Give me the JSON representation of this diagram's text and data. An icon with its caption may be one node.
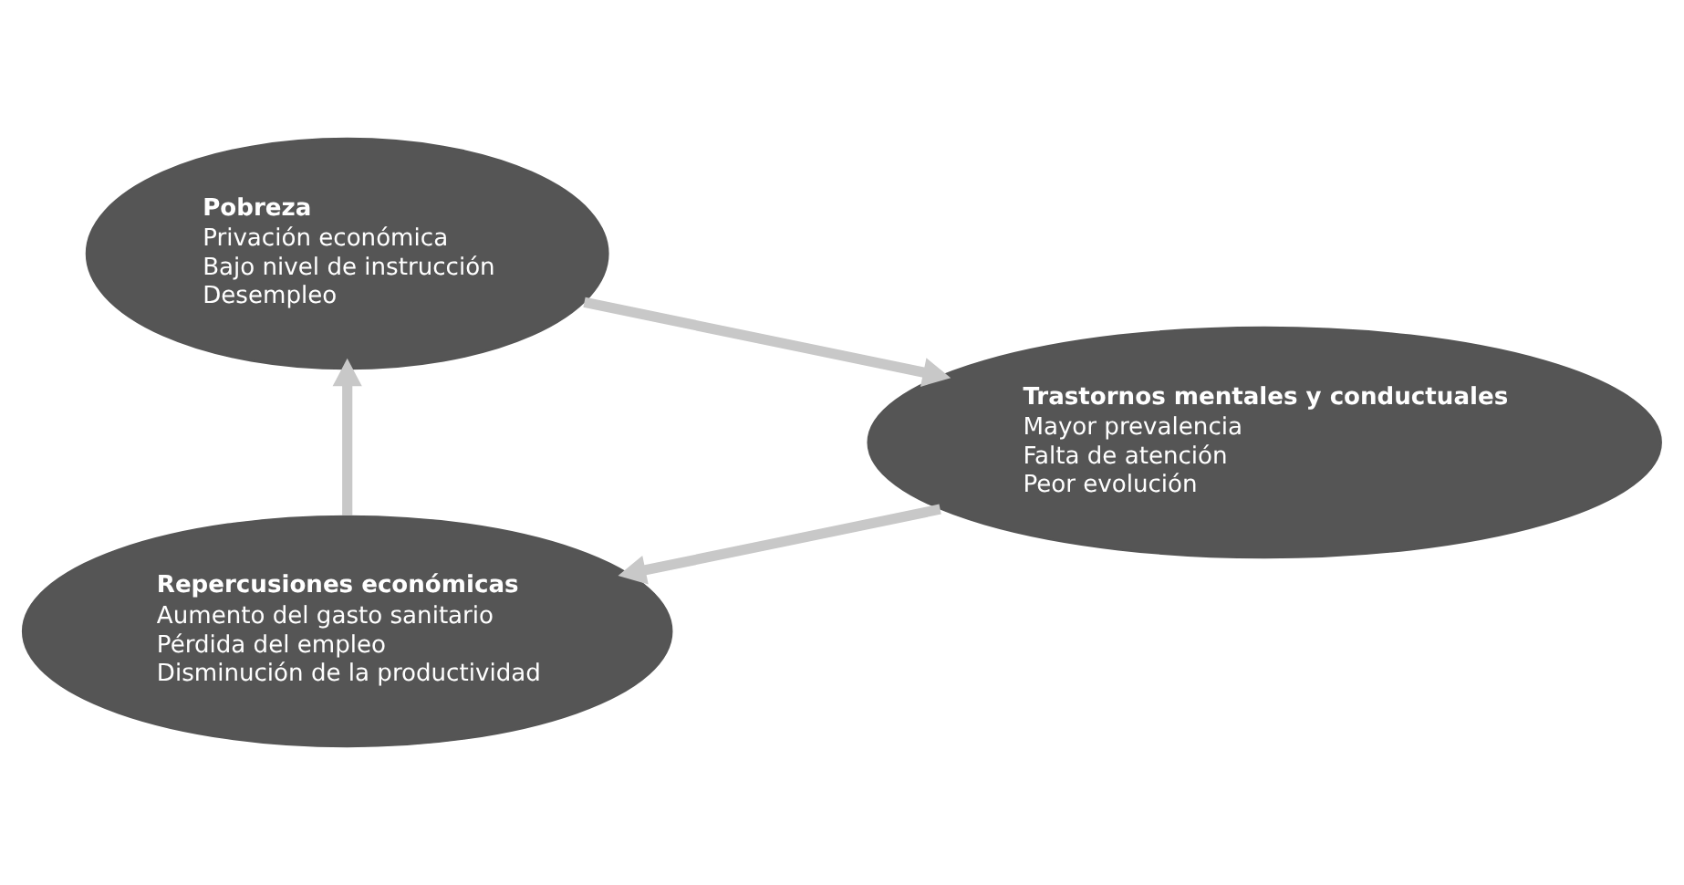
{
  "diagram": {
    "nodes": [
      {
        "text": [
          "Pobreza",
          "Privación económica",
          "Bajo nivel de instrucción",
          "Desempleo"
        ]
      },
      {
        "text": [
          "Trastornos mentales y conductuales",
          "Mayor prevalencia",
          "Falta de atención",
          "Peor evolución"
        ]
      },
      {
        "text": [
          "Repercusiones económicas",
          "Aumento del gasto sanitario",
          "Pérdida del empleo",
          "Disminución de la productividad"
        ]
      }
    ],
    "edges": [
      {
        "from": 0,
        "to": 1,
        "arrow": "to"
      },
      {
        "from": 1,
        "to": 2,
        "arrow": "to"
      },
      {
        "from": 2,
        "to": 0,
        "arrow": "to"
      }
    ]
  }
}
